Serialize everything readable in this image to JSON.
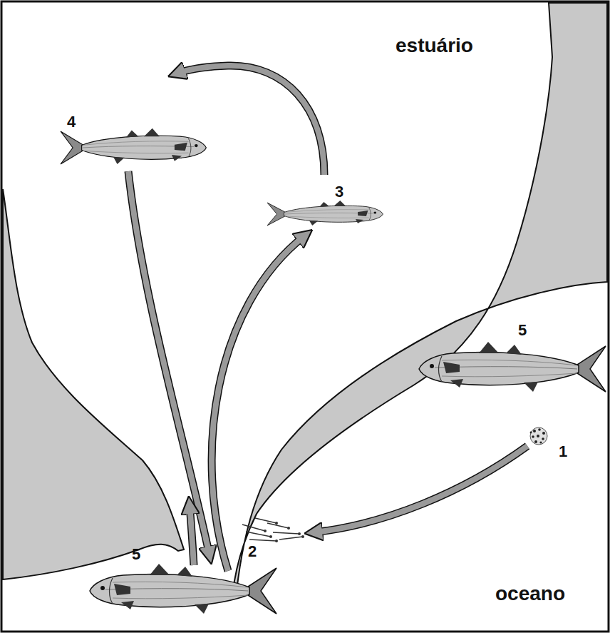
{
  "diagram": {
    "labels": [
      "estuário",
      "oceano",
      "4",
      "3",
      "5",
      "1",
      "2",
      "5"
    ]
  }
}
